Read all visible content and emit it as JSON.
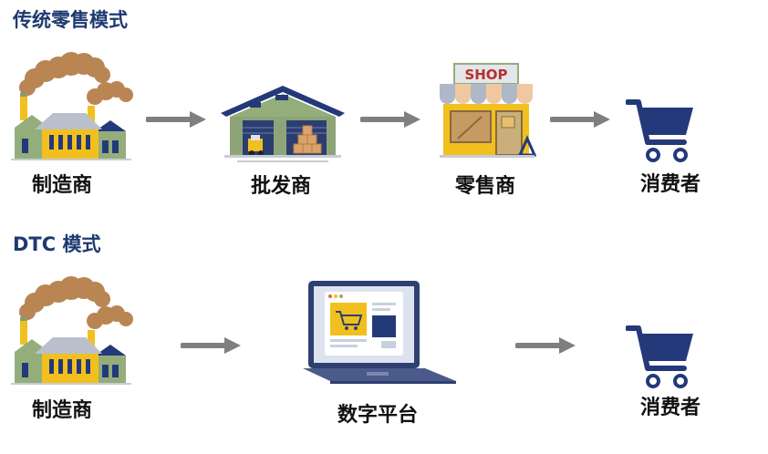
{
  "sections": {
    "traditional": {
      "title": "传统零售模式",
      "nodes": [
        {
          "label": "制造商",
          "icon": "factory-icon"
        },
        {
          "label": "批发商",
          "icon": "warehouse-icon"
        },
        {
          "label": "零售商",
          "icon": "shop-icon"
        },
        {
          "label": "消费者",
          "icon": "shopping-cart-icon"
        }
      ]
    },
    "dtc": {
      "title": "DTC 模式",
      "nodes": [
        {
          "label": "制造商",
          "icon": "factory-icon"
        },
        {
          "label": "数字平台",
          "icon": "laptop-icon"
        },
        {
          "label": "消费者",
          "icon": "shopping-cart-icon"
        }
      ]
    }
  },
  "shop_sign": "SHOP",
  "colors": {
    "title": "#1e3a70",
    "arrow": "#7f7f7f",
    "navy": "#24397a",
    "yellow": "#f2c01e",
    "smoke": "#b98552",
    "green": "#93ae7a"
  }
}
